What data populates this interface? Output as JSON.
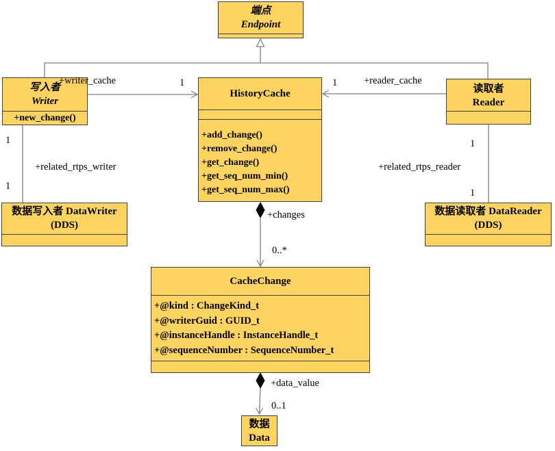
{
  "diagram": {
    "title": "RTPS HistoryCache UML class diagram",
    "colors": {
      "class_fill": "#FCD45F",
      "class_border": "#3F3F3F",
      "connector": "#7F7F7F",
      "diamond": "#0A0A0A",
      "text": "#000000"
    },
    "classes": {
      "endpoint": {
        "name_zh": "端点",
        "name_en": "Endpoint"
      },
      "writer": {
        "name_zh": "写入者",
        "name_en": "Writer",
        "operations": [
          "+new_change()"
        ]
      },
      "history_cache": {
        "name": "HistoryCache",
        "operations": [
          "+add_change()",
          "+remove_change()",
          "+get_change()",
          "+get_seq_num_min()",
          "+get_seq_num_max()"
        ]
      },
      "reader": {
        "name_zh": "读取者",
        "name_en": "Reader"
      },
      "data_writer": {
        "title_line1": "数据写入者 DataWriter",
        "title_line2": "(DDS)"
      },
      "data_reader": {
        "title_line1": "数据读取者 DataReader",
        "title_line2": "(DDS)"
      },
      "cache_change": {
        "name": "CacheChange",
        "attributes": [
          "+@kind : ChangeKind_t",
          "+@writerGuid : GUID_t",
          "+@instanceHandle : InstanceHandle_t",
          "+@sequenceNumber : SequenceNumber_t"
        ]
      },
      "data": {
        "name_zh": "数据",
        "name_en": "Data"
      }
    },
    "edges": {
      "writer_cache": {
        "label": "+writer_cache",
        "multiplicity": "1"
      },
      "reader_cache": {
        "label": "+reader_cache",
        "multiplicity": "1"
      },
      "related_rtps_writer": {
        "label": "+related_rtps_writer",
        "mult_writer_end": "1",
        "mult_datawriter_end": "1"
      },
      "related_rtps_reader": {
        "label": "+related_rtps_reader",
        "mult_reader_end": "1",
        "mult_datareader_end": "1"
      },
      "changes": {
        "label": "+changes",
        "multiplicity": "0..*"
      },
      "data_value": {
        "label": "+data_value",
        "multiplicity": "0..1"
      }
    }
  }
}
